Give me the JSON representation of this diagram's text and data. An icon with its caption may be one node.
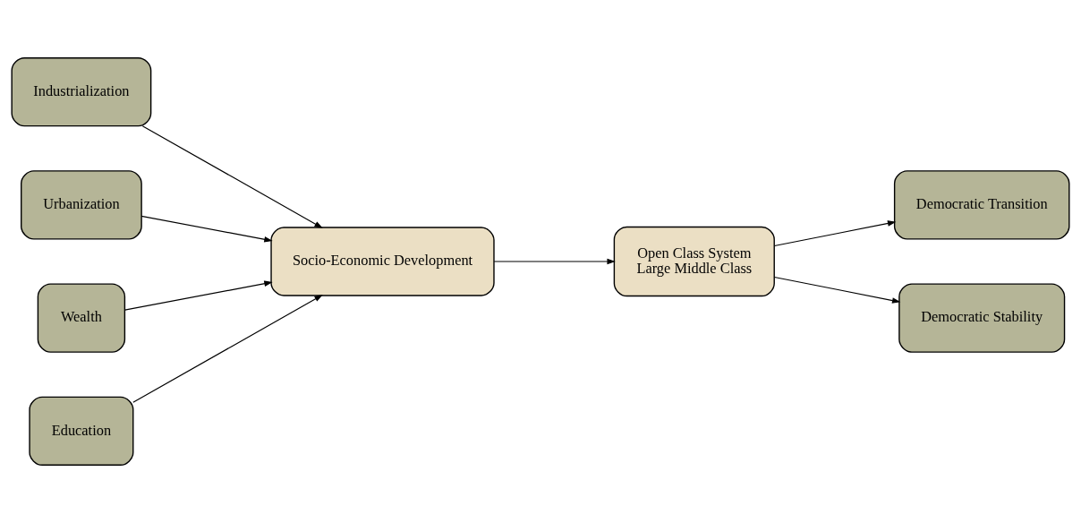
{
  "diagram": {
    "nodes": [
      {
        "text": [
          "Industrialization"
        ]
      },
      {
        "text": [
          "Urbanization"
        ]
      },
      {
        "text": [
          "Democratic Transition"
        ]
      },
      {
        "text": [
          "Socio-Economic Development"
        ]
      },
      {
        "text": [
          "Open Class System",
          "Large Middle Class"
        ]
      },
      {
        "text": [
          "Wealth"
        ]
      },
      {
        "text": [
          "Education"
        ]
      },
      {
        "text": [
          "Democratic Stability"
        ]
      }
    ],
    "edges": [
      {
        "from": 0,
        "to": 3,
        "arrow": "to"
      },
      {
        "from": 1,
        "to": 3,
        "arrow": "to"
      },
      {
        "from": 5,
        "to": 3,
        "arrow": "to"
      },
      {
        "from": 6,
        "to": 3,
        "arrow": "to"
      },
      {
        "from": 3,
        "to": 4,
        "arrow": "to"
      },
      {
        "from": 4,
        "to": 2,
        "arrow": "to"
      },
      {
        "from": 4,
        "to": 7,
        "arrow": "to"
      }
    ]
  }
}
